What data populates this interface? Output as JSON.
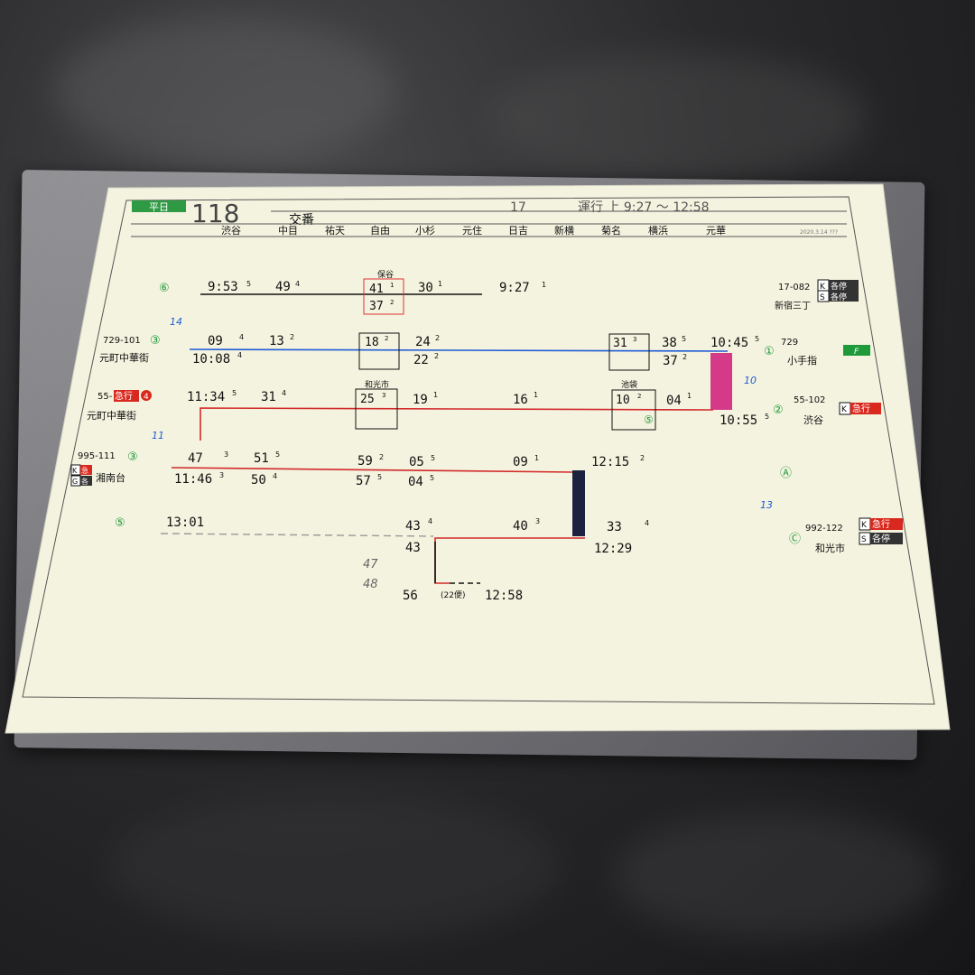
{
  "header": {
    "day_badge": "平日",
    "run_number": "118",
    "kouban_label": "交番",
    "trip_id": "17",
    "operation": "運行 上 9:27 〜 12:58",
    "stations": [
      "渋谷",
      "中目",
      "祐天",
      "自由",
      "小杉",
      "元住",
      "日吉",
      "新横",
      "菊名",
      "横浜",
      "元華"
    ],
    "small_code": "2020.3.14 ???"
  },
  "rows": {
    "r1": {
      "circle": "⑥",
      "t1": "9:53",
      "s1": "5",
      "t2": "49",
      "s2": "4",
      "hozen_label": "保谷",
      "box_top": "41",
      "box_top_s": "1",
      "box_bot": "37",
      "box_bot_s": "2",
      "t3": "30",
      "s3": "1",
      "t4": "9:27",
      "s4": "1",
      "train_no": "17-082",
      "badge_k": "K",
      "badge_k_text": "各停",
      "badge_s": "S",
      "badge_s_text": "各停",
      "dest": "新宿三丁"
    },
    "r2": {
      "train_no": "729-101",
      "circle": "③",
      "origin": "元町中華街",
      "t1": "09",
      "s1": "4",
      "t2": "13",
      "s2": "2",
      "t3": "10:08",
      "s3": "4",
      "box": "18",
      "box_s": "2",
      "t4": "24",
      "s4": "2",
      "t5": "22",
      "s5": "2",
      "box2": "31",
      "box2_s": "3",
      "t6": "38",
      "s6": "5",
      "t7": "37",
      "s7": "2",
      "t8": "10:45",
      "s8": "5",
      "circle_r": "①",
      "no_r": "729",
      "dest": "小手指",
      "f_badge": "F",
      "gap": "14"
    },
    "r3": {
      "train_no": "55-",
      "kind": "急行",
      "kind_num": "4",
      "origin": "元町中華街",
      "t1": "11:34",
      "s1": "5",
      "t2": "31",
      "s2": "4",
      "box_label": "和光市",
      "box": "25",
      "box_s": "3",
      "t3": "19",
      "s3": "1",
      "t4": "16",
      "s4": "1",
      "box2_label": "池袋",
      "box2": "10",
      "box2_s": "2",
      "box2_circle": "⑤",
      "t5": "04",
      "s5": "1",
      "t6": "10:55",
      "s6": "5",
      "circle_r": "②",
      "no_r": "55-102",
      "badge_k": "K",
      "badge_k_text": "急行",
      "dest": "渋谷",
      "gap1": "10",
      "gap2": "11"
    },
    "r4": {
      "train_no": "995-111",
      "circle": "③",
      "badge_top": "K",
      "badge_top_text": "急",
      "badge_bot": "G",
      "badge_bot_text": "各",
      "origin": "湘南台",
      "t1": "47",
      "s1": "3",
      "t2": "11:46",
      "s2": "3",
      "t3": "51",
      "s3": "5",
      "t4": "50",
      "s4": "4",
      "t5": "59",
      "s5": "2",
      "t6": "57",
      "s6": "5",
      "t7": "05",
      "s7": "5",
      "t8": "04",
      "s8": "5",
      "t9": "09",
      "s9": "1",
      "t10": "12:15",
      "s10": "2",
      "circle_r": "Ⓐ"
    },
    "r5": {
      "circle": "⑤",
      "t1": "13:01",
      "t2": "43",
      "s2": "4",
      "t3": "43",
      "t4": "40",
      "s4": "3",
      "t5": "33",
      "s5": "4",
      "t6": "12:29",
      "gap": "13",
      "no_r": "992-122",
      "badge_k": "K",
      "badge_k_text": "急行",
      "badge_s": "S",
      "badge_s_text": "各停",
      "circle_r": "Ⓒ",
      "dest": "和光市",
      "hand1": "47",
      "hand2": "48",
      "t7": "56",
      "bin": "(22便)",
      "t8": "12:58"
    }
  },
  "colors": {
    "paper": "#f4f3df",
    "blue": "#1e5bd6",
    "red": "#d22a2a",
    "magenta": "#d43a88",
    "navy": "#1c2140",
    "green": "#1f9a3b",
    "badge_red": "#d9281e"
  }
}
